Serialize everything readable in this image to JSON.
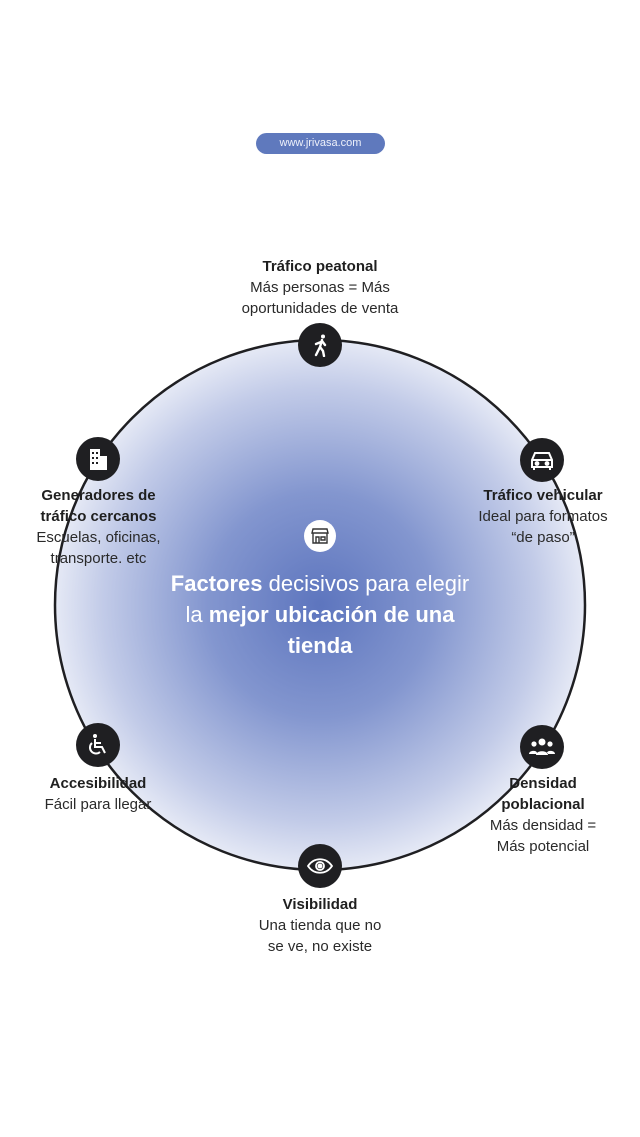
{
  "website": "www.jrivasa.com",
  "center": {
    "bold1": "Factores",
    "text1": " decisivos para elegir la ",
    "bold2": "mejor ubicación de una tienda"
  },
  "factors": [
    {
      "title": "Tráfico peatonal",
      "desc": "Más personas = Más oportunidades de venta",
      "icon": "walking-person-icon"
    },
    {
      "title": "Tráfico vehicular",
      "desc": "Ideal para formatos “de paso”",
      "icon": "car-icon"
    },
    {
      "title": "Densidad poblacional",
      "desc": "Más densidad = Más potencial",
      "icon": "group-people-icon"
    },
    {
      "title": "Visibilidad",
      "desc": "Una tienda que no se ve, no existe",
      "icon": "eye-icon"
    },
    {
      "title": "Accesibilidad",
      "desc": "Fácil para llegar",
      "icon": "wheelchair-icon"
    },
    {
      "title": "Generadores de tráfico cercanos",
      "desc": "Escuelas, oficinas, transporte. etc",
      "icon": "buildings-icon"
    }
  ],
  "colors": {
    "accent": "#5f79bd",
    "icon_bg": "#1f1f22"
  }
}
